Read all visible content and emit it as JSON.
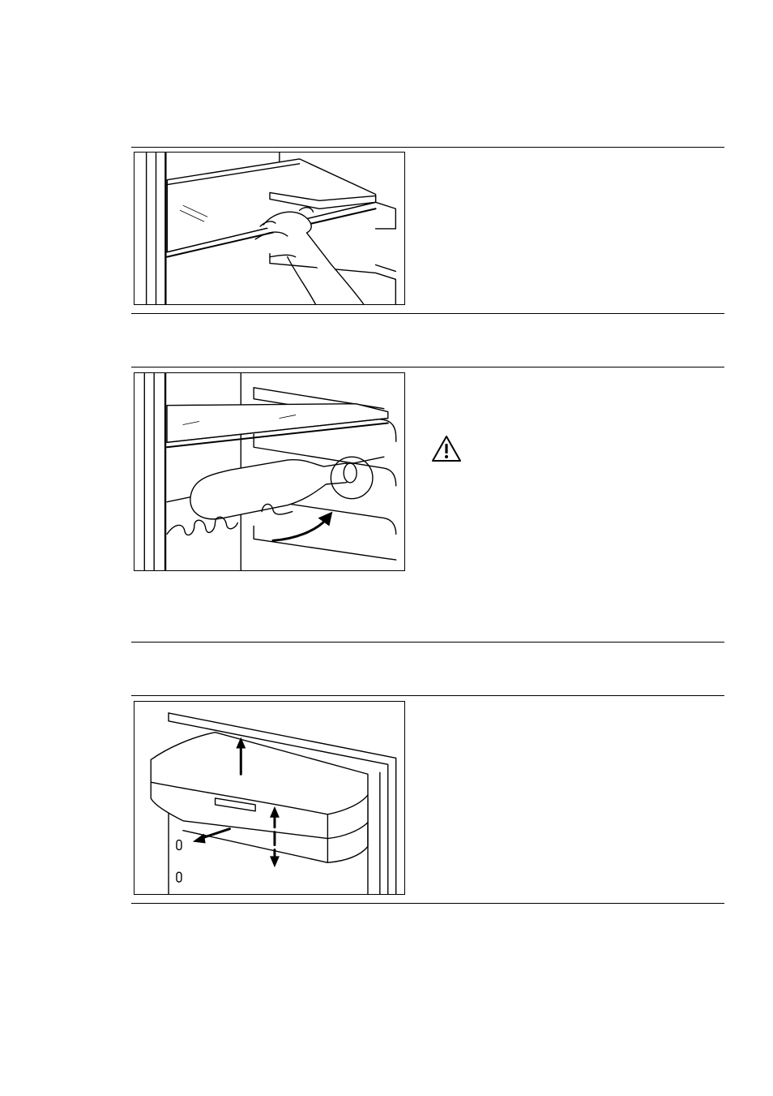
{
  "sections": [
    {
      "id": "shelves",
      "figure": "shelf-removal",
      "text": ""
    },
    {
      "id": "bottle-rack",
      "figure": "bottle-rack",
      "text": "",
      "warning_icon": "warning-triangle-icon"
    },
    {
      "id": "door-balcony",
      "figure": "door-balcony",
      "text": ""
    }
  ],
  "colors": {
    "line": "#000000",
    "paper": "#ffffff"
  }
}
